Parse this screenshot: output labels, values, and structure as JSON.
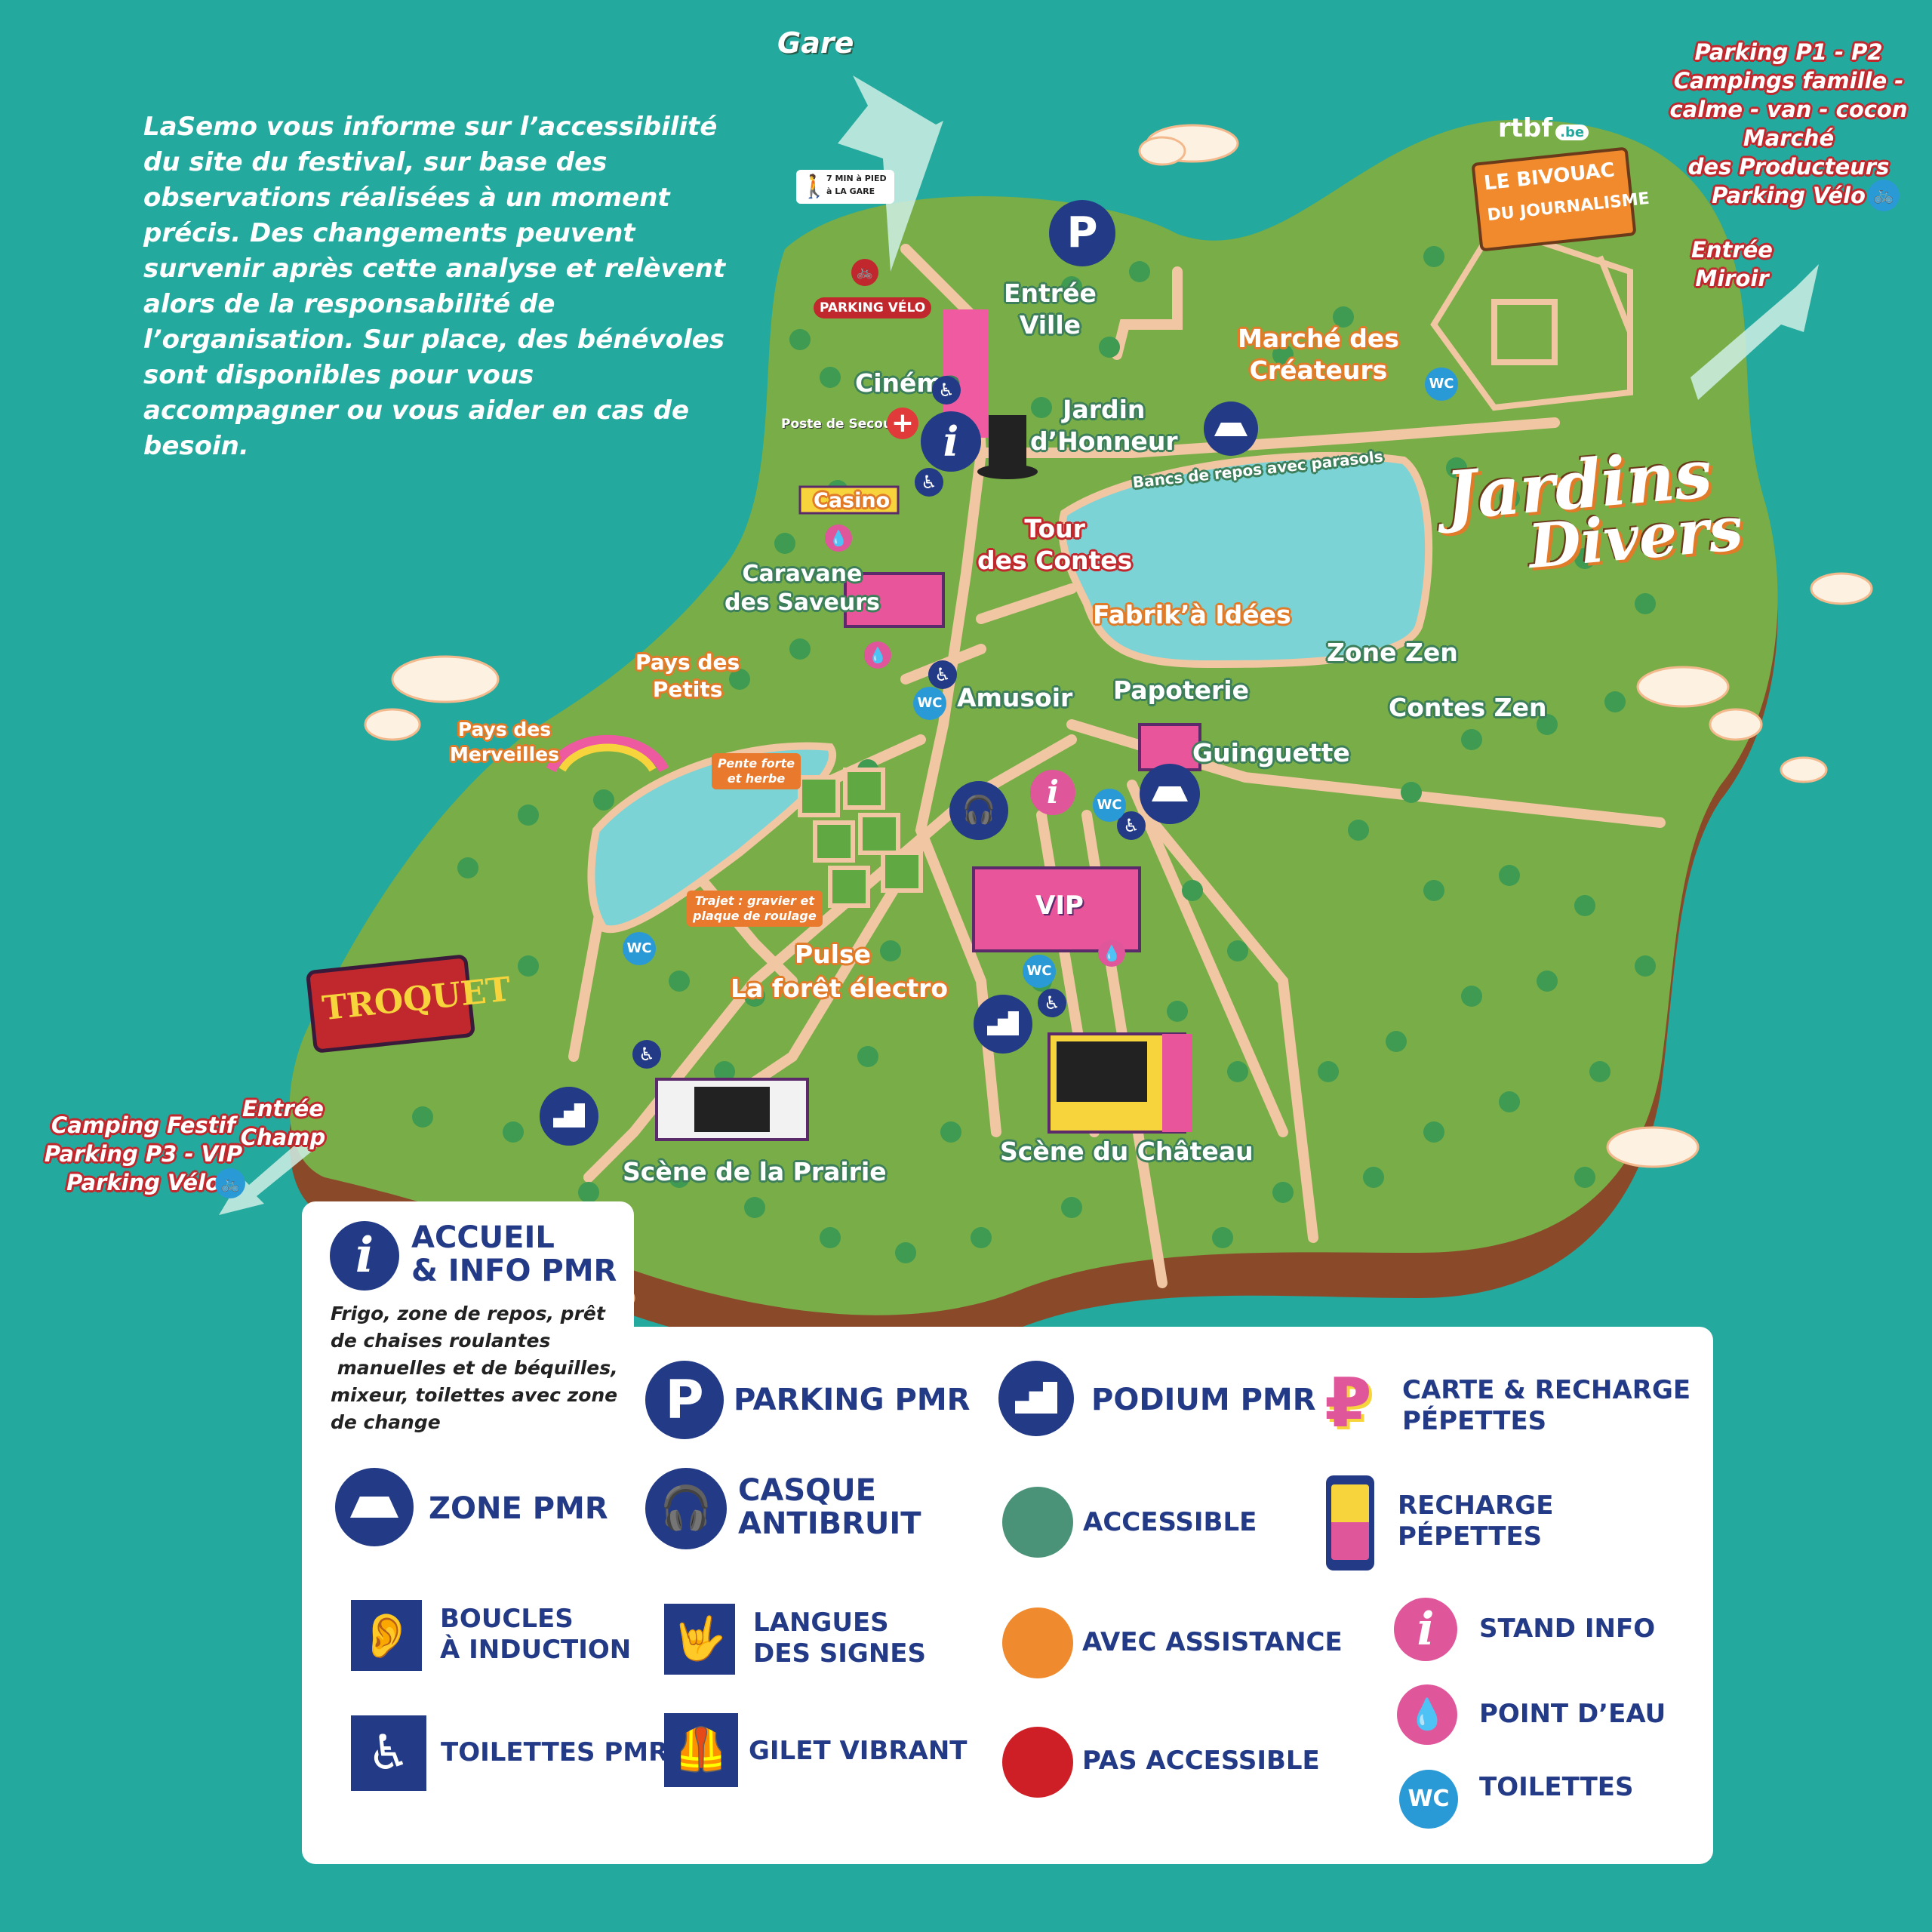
{
  "intro_text": "LaSemo vous informe sur l’accessibilité du site du festival, sur base des observations réalisées à un moment précis. Des changements peuvent survenir après cette analyse et relèvent alors de la responsabilité de l’organisation. Sur place, des bénévoles sont disponibles pour vous accompagner ou vous aider en cas de besoin.",
  "exits": {
    "gare": "Gare",
    "walk_note_1": "7 MIN à PIED",
    "walk_note_2": "à LA GARE",
    "top_right": [
      "Parking P1 - P2",
      "Campings famille -",
      "calme - van - cocon",
      "Marché",
      "des Producteurs",
      "Parking Vélo"
    ],
    "entree_miroir": [
      "Entrée",
      "Miroir"
    ],
    "bottom_left": [
      "Camping Festif",
      "Parking P3 - VIP",
      "Parking Vélo"
    ],
    "entree_champ": [
      "Entrée",
      "Champ"
    ]
  },
  "brands": {
    "rtbf": "rtbf",
    "rtbf_be": ".be",
    "bivouac_1": "LE BIVOUAC",
    "bivouac_2": "DU JOURNALISME",
    "jardins_1": "Jardins",
    "jardins_2": "Divers",
    "troquet": "TROQUET"
  },
  "places": {
    "entree_ville": [
      "Entrée",
      "Ville"
    ],
    "parking_velo": "PARKING VÉLO",
    "cinema": "Cinéma",
    "poste_secours": "Poste de Secours",
    "jardin_honneur": [
      "Jardin",
      "d’Honneur"
    ],
    "marche_createurs": [
      "Marché des",
      "Créateurs"
    ],
    "bancs": "Bancs de repos avec parasols",
    "casino": "Casino",
    "tour_contes": [
      "Tour",
      "des Contes"
    ],
    "caravane": [
      "Caravane",
      "des Saveurs"
    ],
    "fabrik": "Fabrik’à Idées",
    "pays_petits": [
      "Pays des",
      "Petits"
    ],
    "pays_merveilles": [
      "Pays des",
      "Merveilles"
    ],
    "amusoir": "Amusoir",
    "papoterie": "Papoterie",
    "zone_zen": "Zone Zen",
    "contes_zen": "Contes Zen",
    "guinguette": "Guinguette",
    "pente": [
      "Pente forte",
      "et herbe"
    ],
    "trajet": [
      "Trajet : gravier et",
      "plaque de roulage"
    ],
    "vip": "VIP",
    "pulse": "Pulse",
    "foret_electro": "La forêt électro",
    "scene_prairie": "Scène de la Prairie",
    "scene_chateau": "Scène du Château",
    "wc": "WC",
    "p": "P",
    "i": "i"
  },
  "legend": {
    "accueil_title_1": "ACCUEIL",
    "accueil_title_2": "& INFO PMR",
    "accueil_desc": [
      "Frigo, zone de repos, prêt",
      "de chaises roulantes",
      " manuelles et de béquilles,",
      "mixeur, toilettes avec zone",
      "de change"
    ],
    "parking_pmr": "PARKING PMR",
    "podium_pmr": "PODIUM PMR",
    "carte_1": "CARTE & RECHARGE",
    "carte_2": "PÉPETTES",
    "zone_pmr": "ZONE PMR",
    "casque_1": "CASQUE",
    "casque_2": "ANTIBRUIT",
    "accessible": "ACCESSIBLE",
    "recharge_1": "RECHARGE",
    "recharge_2": "PÉPETTES",
    "boucles_1": "BOUCLES",
    "boucles_2": "À INDUCTION",
    "langues_1": "LANGUES",
    "langues_2": "DES SIGNES",
    "avec_assistance": "AVEC ASSISTANCE",
    "stand_info": "STAND INFO",
    "toilettes_pmr": "TOILETTES PMR",
    "gilet": "GILET VIBRANT",
    "pas_accessible": "PAS ACCESSIBLE",
    "point_eau": "POINT D’EAU",
    "toilettes": "TOILETTES",
    "colors": {
      "accessible": "#4b9378",
      "assistance": "#ef8a2e",
      "pas_accessible": "#cf1f26",
      "pmr_blue": "#1b4fa0",
      "info_pink": "#e0569b",
      "wc_blue": "#2a9ad6"
    }
  }
}
